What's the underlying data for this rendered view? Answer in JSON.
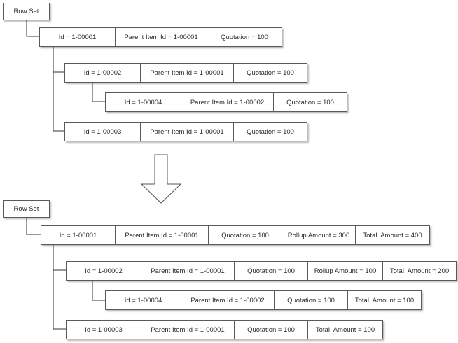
{
  "before": {
    "root_label": "Row Set",
    "rows": [
      [
        "Id = 1-00001",
        "Parent Item Id = 1-00001",
        "Quotation = 100"
      ],
      [
        "Id = 1-00002",
        "Parent Item Id = 1-00001",
        "Quotation = 100"
      ],
      [
        "Id = 1-00004",
        "Parent Item Id = 1-00002",
        "Quotation = 100"
      ],
      [
        "Id = 1-00003",
        "Parent Item Id = 1-00001",
        "Quotation = 100"
      ]
    ]
  },
  "after": {
    "root_label": "Row Set",
    "rows": [
      [
        "Id = 1-00001",
        "Parent Item Id = 1-00001",
        "Quotation = 100",
        "Rollup Amount = 300",
        "Total  Amount = 400"
      ],
      [
        "Id = 1-00002",
        "Parent Item Id = 1-00001",
        "Quotation = 100",
        "Rollup Amount = 100",
        "Total  Amount = 200"
      ],
      [
        "Id = 1-00004",
        "Parent Item Id = 1-00002",
        "Quotation = 100",
        "Total  Amount = 100"
      ],
      [
        "Id = 1-00003",
        "Parent Item Id = 1-00001",
        "Quotation = 100",
        "Total  Amount = 100"
      ]
    ]
  },
  "colors": {
    "border": "#5a5a5a",
    "connector": "#333333"
  },
  "icons": {
    "transform_arrow": "down-arrow-icon"
  }
}
